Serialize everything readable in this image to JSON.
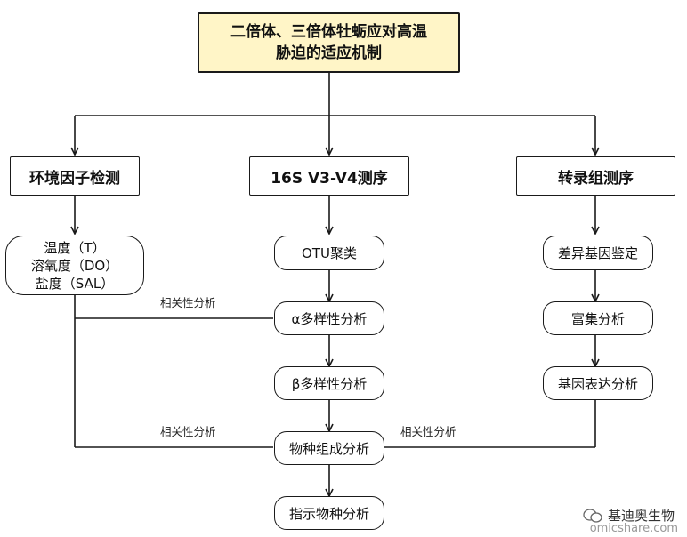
{
  "title": {
    "line1": "二倍体、三倍体牡蛎应对高温",
    "line2": "胁迫的适应机制"
  },
  "categories": {
    "env": "环境因子检测",
    "seq16s": "16S V3-V4测序",
    "trans": "转录组测序"
  },
  "env_factors": {
    "line1": "温度（T）",
    "line2": "溶氧度（DO）",
    "line3": "盐度（SAL）"
  },
  "seq_steps": {
    "otu": "OTU聚类",
    "alpha": "α多样性分析",
    "beta": "β多样性分析",
    "composition": "物种组成分析",
    "indicator": "指示物种分析"
  },
  "trans_steps": {
    "deg": "差异基因鉴定",
    "enrich": "富集分析",
    "expr": "基因表达分析"
  },
  "correlation_labels": {
    "env_alpha": "相关性分析",
    "env_comp": "相关性分析",
    "trans_comp": "相关性分析"
  },
  "watermark": {
    "main": "基迪奥生物",
    "sub": "omicshare.com"
  }
}
